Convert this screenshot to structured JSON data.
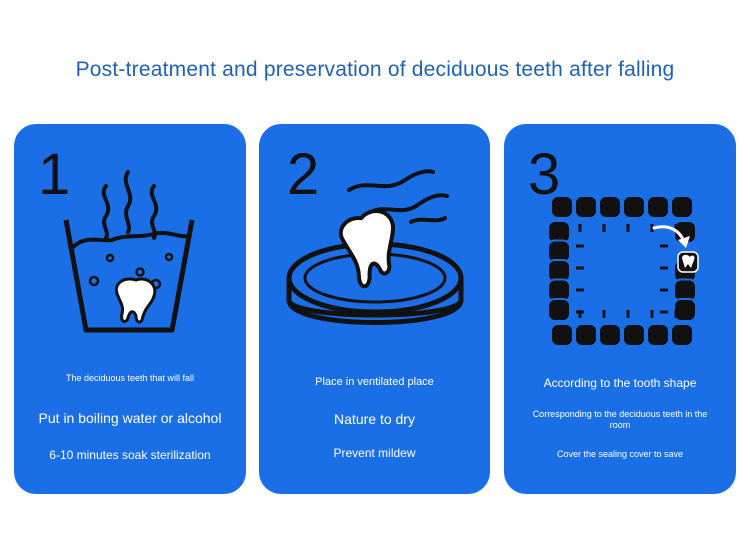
{
  "title": "Post-treatment and preservation of deciduous teeth after falling",
  "steps": [
    {
      "number": "1",
      "line1": "The deciduous teeth that will fall",
      "line2": "Put in boiling water or alcohol",
      "line3": "6-10 minutes soak sterilization"
    },
    {
      "number": "2",
      "line1": "Place in ventilated place",
      "line2": "Nature to dry",
      "line3": "Prevent mildew"
    },
    {
      "number": "3",
      "line1": "According to the tooth shape",
      "line2": "Corresponding to the deciduous teeth in the room",
      "line3": "Cover the sealing cover to save"
    }
  ],
  "icons": {
    "step1": "boiling-bowl-with-tooth-icon",
    "step2": "drying-dish-with-tooth-icon",
    "step3": "tooth-storage-box-icon"
  },
  "colors": {
    "title": "#1c63b8",
    "card": "#1a6fe6",
    "text": "#ffffff",
    "ink": "#111111"
  }
}
